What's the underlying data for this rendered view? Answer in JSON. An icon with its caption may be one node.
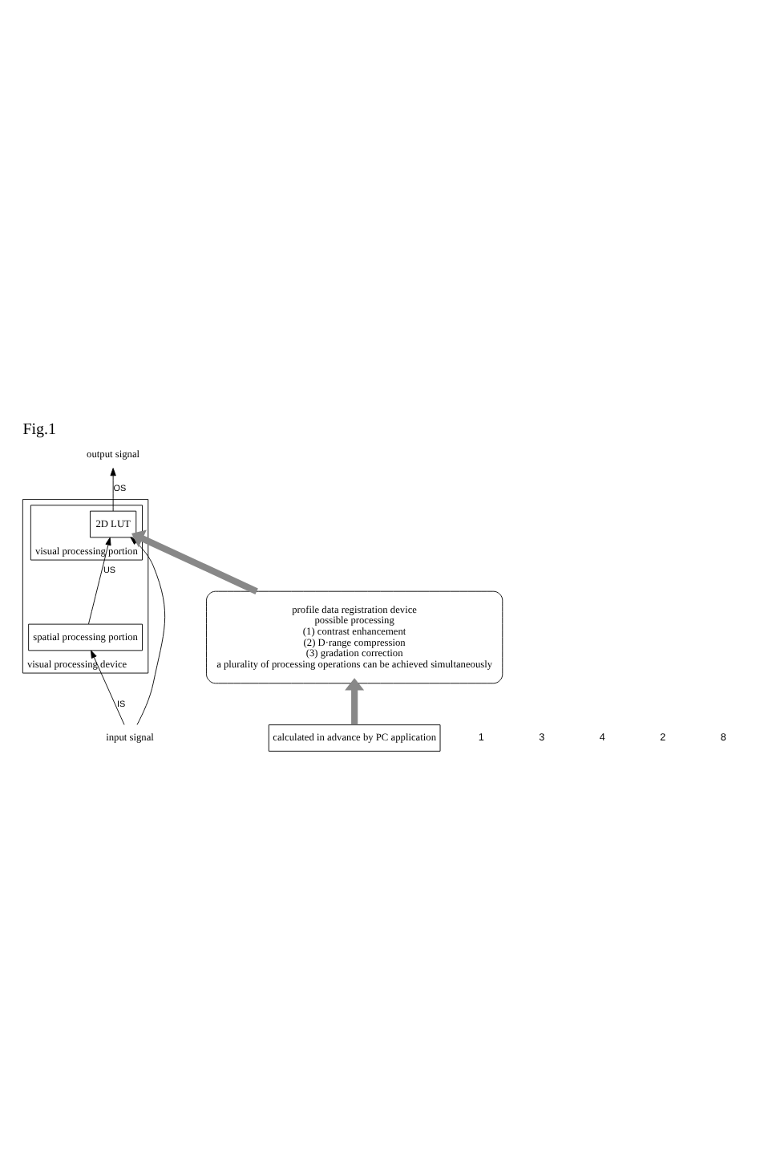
{
  "diagram": {
    "title": "Fig.1",
    "nodes": [
      {
        "text": [
          "visual processing device"
        ]
      },
      {
        "text": [
          "visual processing portion"
        ],
        "in": 0
      },
      {
        "text": [
          "2D LUT"
        ],
        "in": 1
      },
      {
        "text": [
          "spatial processing portion"
        ],
        "in": 0
      },
      {
        "text": [
          "input signal"
        ]
      },
      {
        "text": [
          "output signal"
        ]
      },
      {
        "text": [
          "profile data registration device",
          "possible processing",
          "(1) contrast enhancement",
          "(2) D·range compression",
          "(3) gradation correction",
          "a plurality of processing operations can be achieved simultaneously"
        ]
      },
      {
        "text": [
          "calculated in advance by PC application"
        ]
      }
    ],
    "edges": [
      {
        "from": 4,
        "to": 3,
        "arrow": "to",
        "label": "IS"
      },
      {
        "from": 4,
        "to": 2,
        "arrow": "to"
      },
      {
        "from": 3,
        "to": 2,
        "arrow": "to",
        "label": "US"
      },
      {
        "from": 2,
        "to": 5,
        "arrow": "to",
        "label": "OS"
      },
      {
        "from": 6,
        "to": 2,
        "arrow": "to",
        "style": "thick",
        "color": "#888888"
      },
      {
        "from": 7,
        "to": 6,
        "arrow": "to",
        "style": "thick",
        "color": "#888888"
      }
    ],
    "labels": [
      "1",
      "3",
      "4",
      "2",
      "8"
    ]
  }
}
